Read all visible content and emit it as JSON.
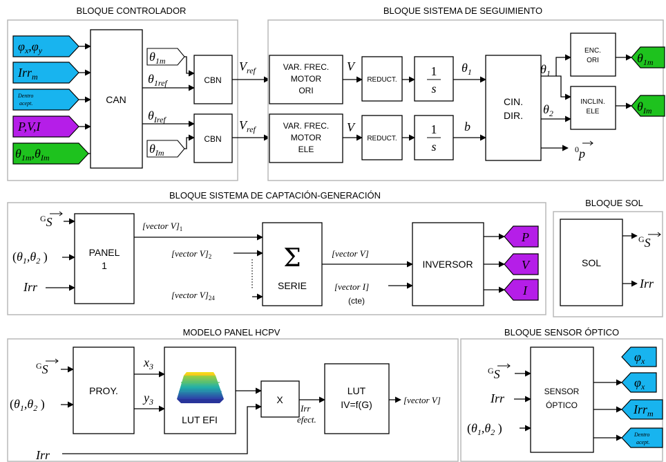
{
  "colors": {
    "blue": "#18b4ef",
    "green": "#1ec21e",
    "magenta": "#b51ee8",
    "group_border": "#b8b8b8"
  },
  "titles": {
    "controlador": "BLOQUE CONTROLADOR",
    "seguimiento": "BLOQUE SISTEMA DE SEGUIMIENTO",
    "captacion": "BLOQUE SISTEMA DE CAPTACIÓN-GENERACIÓN",
    "sol": "BLOQUE SOL",
    "panel": "MODELO PANEL HCPV",
    "sensor": "BLOQUE SENSOR ÓPTICO"
  },
  "controlador": {
    "can": "CAN",
    "cbn1": "CBN",
    "cbn2": "CBN",
    "in_dentro_1": "Dentro",
    "in_dentro_2": "acept.",
    "theta1m": "θ1m",
    "theta1ref": "θ1ref",
    "thetaIref": "θIref",
    "thetaIm": "θIm",
    "vref": "Vref"
  },
  "seguimiento": {
    "var1_l1": "VAR. FREC.",
    "var1_l2": "MOTOR",
    "var1_l3": "ORI",
    "var2_l1": "VAR. FREC.",
    "var2_l2": "MOTOR",
    "var2_l3": "ELE",
    "reduct": "REDUCT.",
    "cin_l1": "CIN.",
    "cin_l2": "DIR.",
    "enc_l1": "ENC.",
    "enc_l2": "ORI",
    "incl_l1": "INCLIN.",
    "incl_l2": "ELE",
    "v": "V",
    "b": "b"
  },
  "captacion": {
    "panel_l1": "PANEL",
    "panel_l2": "1",
    "serie": "SERIE",
    "inversor": "INVERSOR",
    "vec1": "[vector V]",
    "vec1_sub": "1",
    "vec2": "[vector V]",
    "vec2_sub": "2",
    "vec24": "[vector V]",
    "vec24_sub": "24",
    "vecV": "[vector V]",
    "vecI": "[vector I]",
    "cte": "(cte)",
    "irr": "Irr",
    "out_p": "P",
    "out_v": "V",
    "out_i": "I"
  },
  "sol": {
    "box": "SOL",
    "irr": "Irr"
  },
  "panel_hcpv": {
    "proy": "PROY.",
    "x3": "x3",
    "y3": "y3",
    "lut_efi": "LUT EFI",
    "mult": "X",
    "irr_efect_l1": "Irr",
    "irr_efect_l2": "efect.",
    "lut2_l1": "LUT",
    "lut2_l2": "IV=f(G)",
    "out": "[vector V]",
    "irr": "Irr"
  },
  "sensor": {
    "box_l1": "SENSOR",
    "box_l2": "ÓPTICO",
    "irr": "Irr",
    "out_irr": "Irrm",
    "out_dentro_1": "Dentro",
    "out_dentro_2": "acept."
  }
}
